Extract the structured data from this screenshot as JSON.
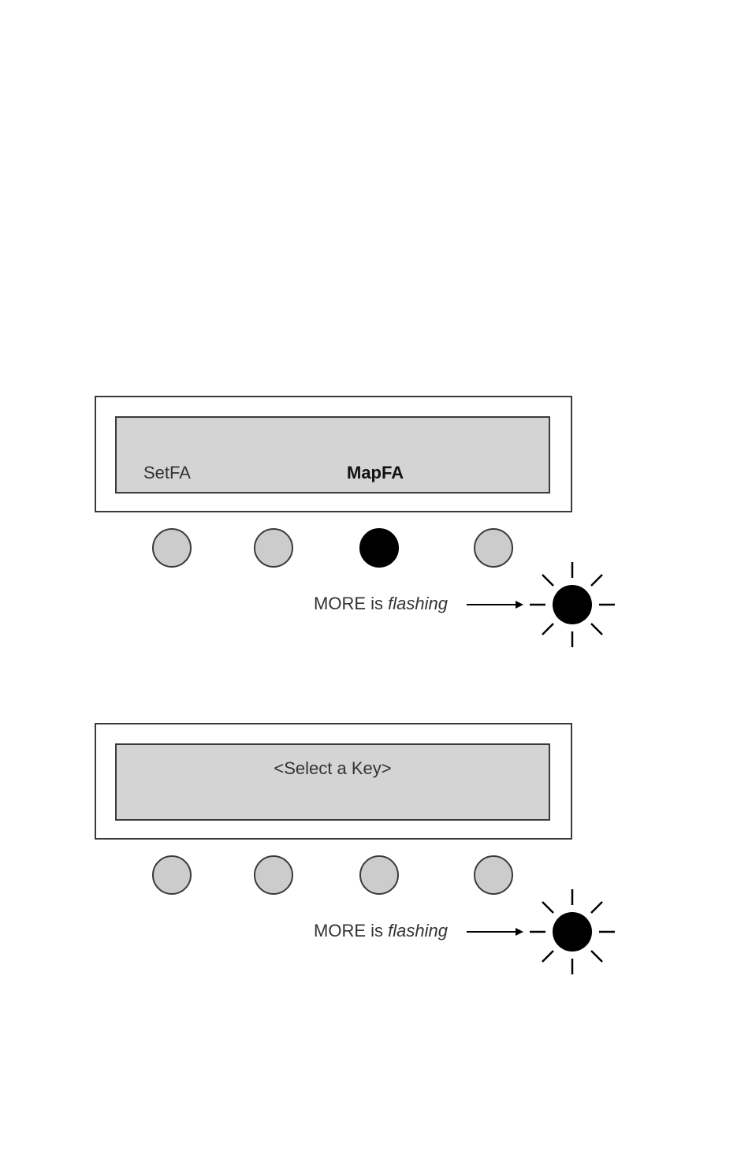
{
  "panels": [
    {
      "screen": {
        "left_label": "SetFA",
        "center_label": "MapFA"
      },
      "buttons": [
        {
          "state": "unlit"
        },
        {
          "state": "unlit"
        },
        {
          "state": "lit"
        },
        {
          "state": "unlit"
        }
      ],
      "indicator": {
        "caption_prefix": "MORE is ",
        "caption_emphasis": "flashing",
        "icon": "flashing-light-icon"
      }
    },
    {
      "screen": {
        "prompt": "<Select a Key>"
      },
      "buttons": [
        {
          "state": "unlit"
        },
        {
          "state": "unlit"
        },
        {
          "state": "unlit"
        },
        {
          "state": "unlit"
        }
      ],
      "indicator": {
        "caption_prefix": "MORE is ",
        "caption_emphasis": "flashing",
        "icon": "flashing-light-icon"
      }
    }
  ],
  "colors": {
    "screen_fill": "#d4d4d4",
    "button_fill": "#cccccc",
    "button_lit": "#000000",
    "outline": "#3a3a3a"
  }
}
